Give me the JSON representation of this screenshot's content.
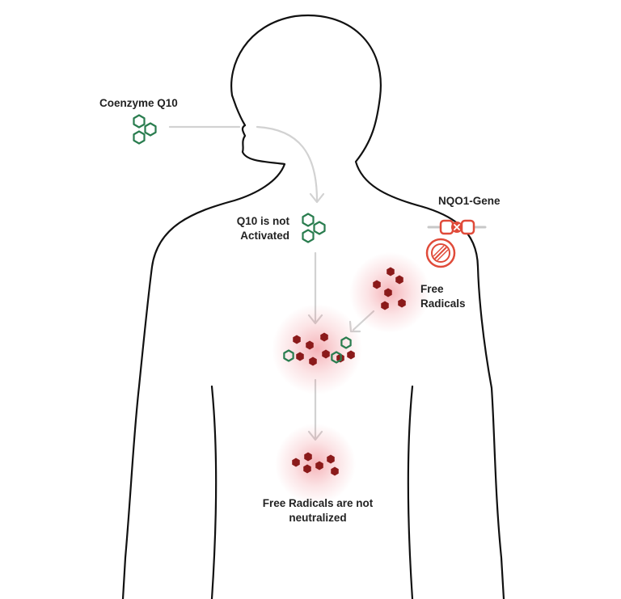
{
  "labels": {
    "coenzyme": "Coenzyme Q10",
    "q10_line1": "Q10 is not",
    "q10_line2": "Activated",
    "gene": "NQO1-Gene",
    "free_line1": "Free",
    "free_line2": "Radicals",
    "bottom_line1": "Free Radicals are not",
    "bottom_line2": "neutralized"
  },
  "colors": {
    "outline": "#111111",
    "arrow": "#d2d2d2",
    "q10_green": "#2a7d4f",
    "radical_red": "#8b1a1a",
    "gene_red": "#e04b3a",
    "glow": "#e63946"
  },
  "icons": {
    "q10_molecule": "hexagon-cluster-icon",
    "radical": "dark-red-hexagon-icon",
    "gene": "broken-chain-x-icon",
    "blocked": "prohibited-icon"
  }
}
